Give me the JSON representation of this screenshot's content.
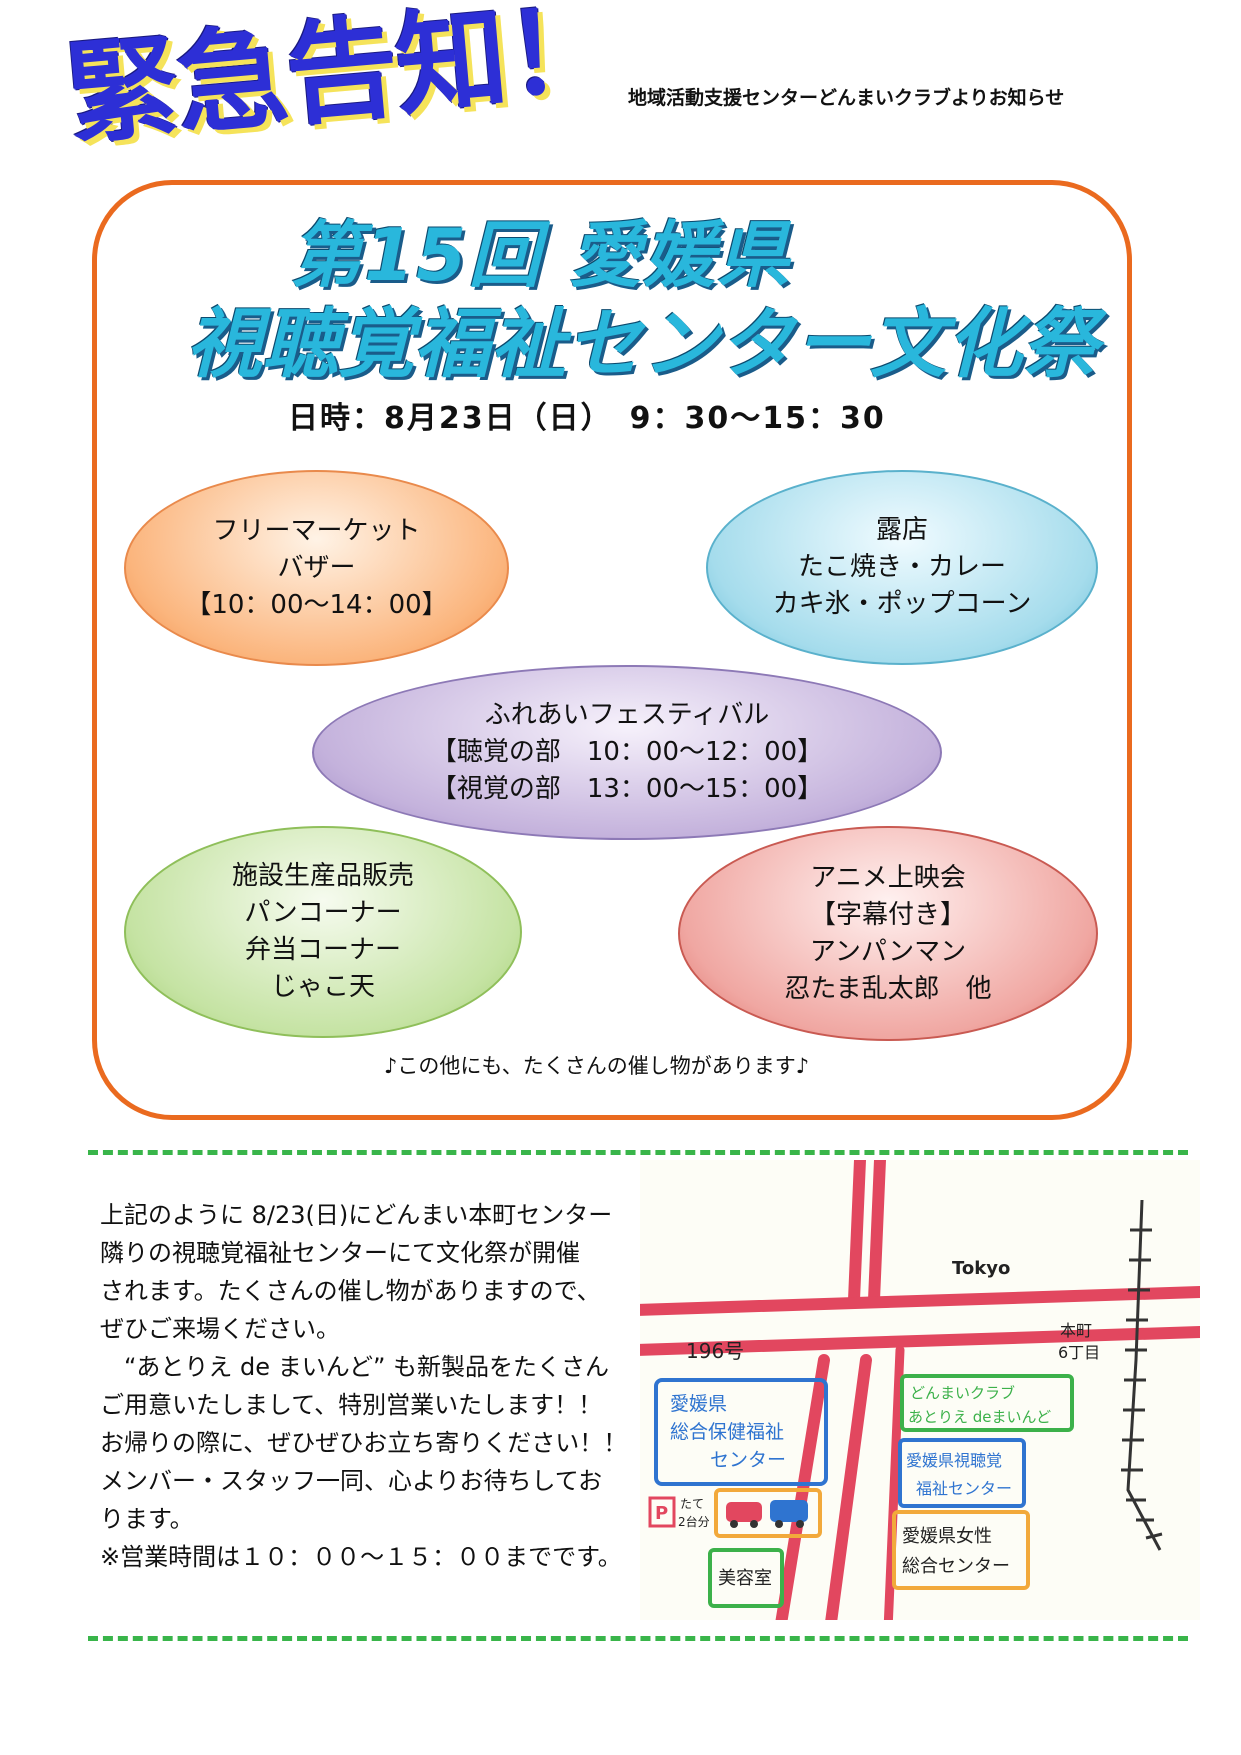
{
  "header": {
    "urgent_title": "緊急告知！",
    "notice_from": "地域活動支援センターどんまいクラブよりお知らせ"
  },
  "event": {
    "title_line1": "第15回 愛媛県",
    "title_line2": "視聴覚福祉センター文化祭",
    "datetime": "日時：8月23日（日）　9：30〜15：30"
  },
  "bubbles": {
    "orange": [
      "フリーマーケット",
      "バザー",
      "【10：00〜14：00】"
    ],
    "blue": [
      "露店",
      "たこ焼き・カレー",
      "カキ氷・ポップコーン"
    ],
    "purple": [
      "ふれあいフェスティバル",
      "【聴覚の部　10：00〜12：00】",
      "【視覚の部　13：00〜15：00】"
    ],
    "green": [
      "施設生産品販売",
      "パンコーナー",
      "弁当コーナー",
      "じゃこ天"
    ],
    "red": [
      "アニメ上映会",
      "【字幕付き】",
      "アンパンマン",
      "忍たま乱太郎　他"
    ]
  },
  "more_note": "♪この他にも、たくさんの催し物があります♪",
  "body_lines": [
    "上記のように 8/23(日)にどんまい本町センター",
    "隣りの視聴覚福祉センターにて文化祭が開催",
    "されます。たくさんの催し物がありますので、",
    "ぜひご来場ください。",
    "　“あとりえ de まいんど” も新製品をたくさん",
    "ご用意いたしまして、特別営業いたします！！",
    "お帰りの際に、ぜひぜひお立ち寄りください！！",
    "メンバー・スタッフ一同、心よりお待ちしてお",
    "ります。",
    "※営業時間は１０：００〜１５：００までです。"
  ],
  "map": {
    "tokyo": "Tokyo",
    "road_196": "196号",
    "honmachi": "本町",
    "rokuchome": "6丁目",
    "hoken_center": [
      "愛媛県",
      "総合保健福祉",
      "センター"
    ],
    "parking_symbol": "P",
    "parking_note": [
      "たて",
      "2台分"
    ],
    "donmai": [
      "どんまいクラブ",
      "あとりえ deまいんど"
    ],
    "shichokaku": [
      "愛媛県視聴覚",
      "福祉センター"
    ],
    "josei": [
      "愛媛県女性",
      "総合センター"
    ],
    "biyoshitsu": "美容室",
    "colors": {
      "road": "#e2475f",
      "blue": "#2f74d0",
      "green": "#3cb14a",
      "orange": "#f2a93b",
      "rail": "#333333"
    }
  }
}
